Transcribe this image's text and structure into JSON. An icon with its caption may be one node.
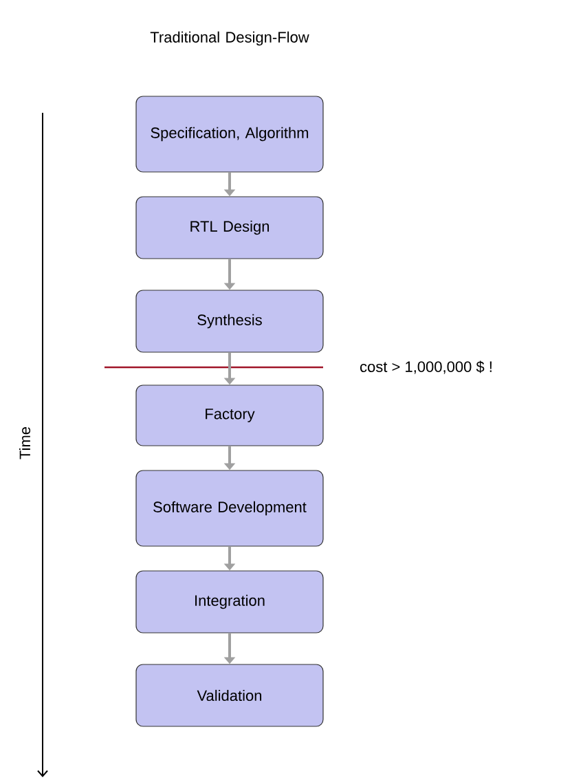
{
  "diagram": {
    "title": "Traditional Design-Flow",
    "nodes": [
      {
        "text": [
          "Specification, Algorithm"
        ]
      },
      {
        "text": [
          "RTL Design"
        ]
      },
      {
        "text": [
          "Synthesis"
        ]
      },
      {
        "text": [
          "Factory"
        ]
      },
      {
        "text": [
          "Software Development"
        ]
      },
      {
        "text": [
          "Integration"
        ]
      },
      {
        "text": [
          "Validation"
        ]
      }
    ],
    "edges": [
      {
        "from": 0,
        "to": 1,
        "arrow": "to"
      },
      {
        "from": 1,
        "to": 2,
        "arrow": "to"
      },
      {
        "from": 2,
        "to": 3,
        "arrow": "to"
      },
      {
        "from": 3,
        "to": 4,
        "arrow": "to"
      },
      {
        "from": 4,
        "to": 5,
        "arrow": "to"
      },
      {
        "from": 5,
        "to": 6,
        "arrow": "to"
      }
    ],
    "labels": [
      "cost > 1,000,000 $ !",
      "Time"
    ]
  }
}
